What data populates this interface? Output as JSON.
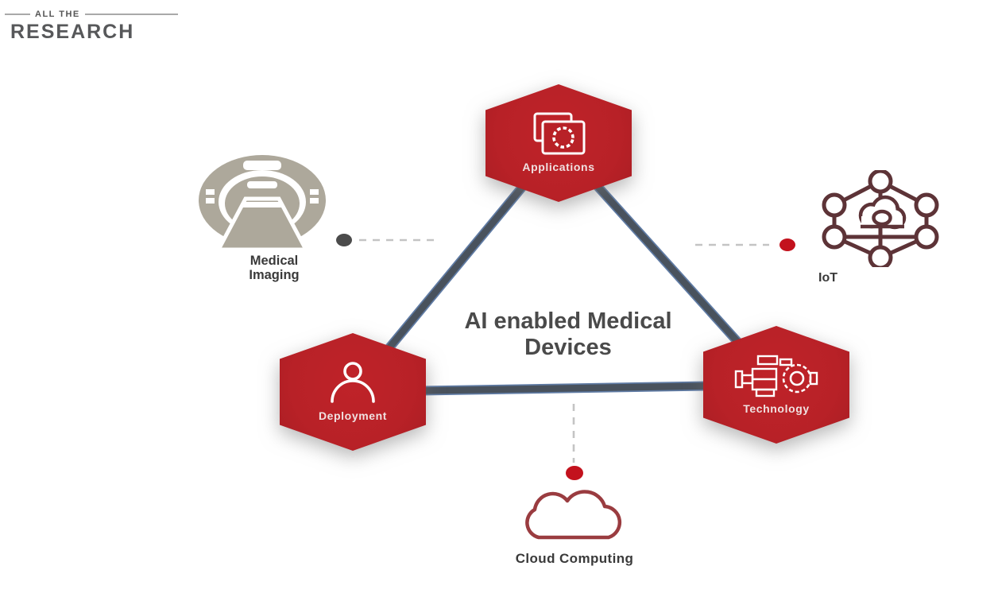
{
  "logo": {
    "line_top": "ALL THE",
    "line_bottom": "RESEARCH"
  },
  "diagram": {
    "title_line1": "AI enabled Medical",
    "title_line2": "Devices",
    "hexagons": [
      {
        "id": "applications",
        "label": "Applications",
        "icon": "app-windows-gear-icon"
      },
      {
        "id": "deployment",
        "label": "Deployment",
        "icon": "person-icon"
      },
      {
        "id": "technology",
        "label": "Technology",
        "icon": "machine-engine-icon"
      }
    ],
    "satellites": {
      "medical_imaging": {
        "label_line1": "Medical",
        "label_line2": "Imaging",
        "icon": "mri-scanner-icon"
      },
      "iot": {
        "label": "IoT",
        "icon": "iot-network-icon"
      },
      "cloud": {
        "label": "Cloud Computing",
        "icon": "cloud-icon"
      }
    }
  },
  "colors": {
    "red": "#b82127",
    "slate": "#49525d",
    "slate-blue": "#4e6d9b",
    "taupe": "#ada89b",
    "maroon": "#5d3337",
    "cloud": "#9a3c40",
    "dot-red": "#c3121d",
    "dot-dark": "#4b4b4b",
    "text-dark": "#4a4a4a"
  }
}
